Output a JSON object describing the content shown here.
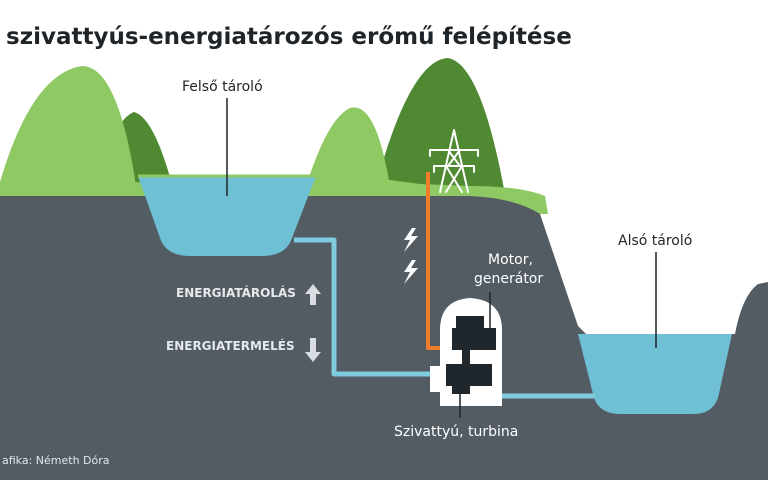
{
  "title": "szivattyús-energiatározós erőmű felépítése",
  "labels": {
    "upper_reservoir": "Felső tároló",
    "lower_reservoir": "Alsó tároló",
    "motor_line1": "Motor,",
    "motor_line2": "generátor",
    "pump_turbine": "Szivattyú, turbina",
    "energy_storage": "ENERGIATÁROLÁS",
    "energy_production": "ENERGIATERMELÉS"
  },
  "credit": "afika: Németh Dóra",
  "colors": {
    "ground": "#535b63",
    "grass": "#8fc964",
    "dark_hill": "#4f8a32",
    "water": "#6fc0d4",
    "pipe": "#7fcbe0",
    "power_line": "#f07d2a",
    "machine": "#1f262c"
  },
  "icons": {
    "arrow_up": "arrow-up-icon",
    "arrow_down": "arrow-down-icon",
    "lightning": "lightning-icon",
    "pylon": "power-pylon-icon"
  }
}
